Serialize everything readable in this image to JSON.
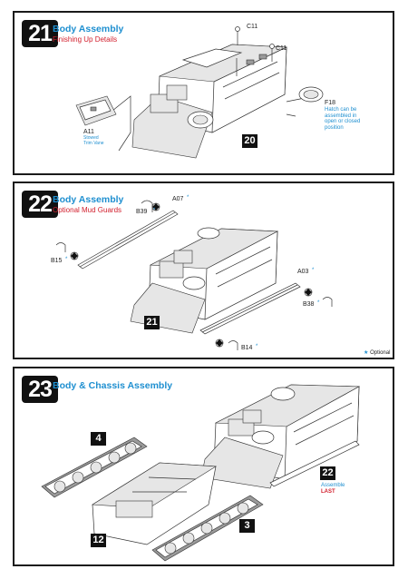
{
  "steps": [
    {
      "number": "21",
      "title": "Body Assembly",
      "subtitle": "Finishing Up Details",
      "parts": {
        "c11_top": "C11",
        "c11_right": "C11",
        "f18": "F18",
        "a11": "A11"
      },
      "notes": {
        "a11_note": "Stowed\nTrim Vane",
        "f18_note": "Hatch can be\nassembled in\nopen or closed\nposition"
      },
      "ref_step": "20"
    },
    {
      "number": "22",
      "title": "Body Assembly",
      "subtitle": "Optional Mud Guards",
      "parts": {
        "b39": "B39",
        "a07": "A07",
        "b15": "B15",
        "a03": "A03",
        "b38": "B38",
        "b14": "B14"
      },
      "optional_mark": "*",
      "ref_step": "21",
      "legend": "Optional"
    },
    {
      "number": "23",
      "title": "Body & Chassis Assembly",
      "ref_steps": {
        "track_left": "4",
        "chassis": "12",
        "track_right": "3",
        "step22": "22"
      },
      "notes": {
        "assemble": "Assemble",
        "last": "LAST"
      }
    }
  ],
  "colors": {
    "title_blue": "#1e8fd0",
    "subtitle_red": "#d2202e",
    "border": "#1a1a1a"
  }
}
